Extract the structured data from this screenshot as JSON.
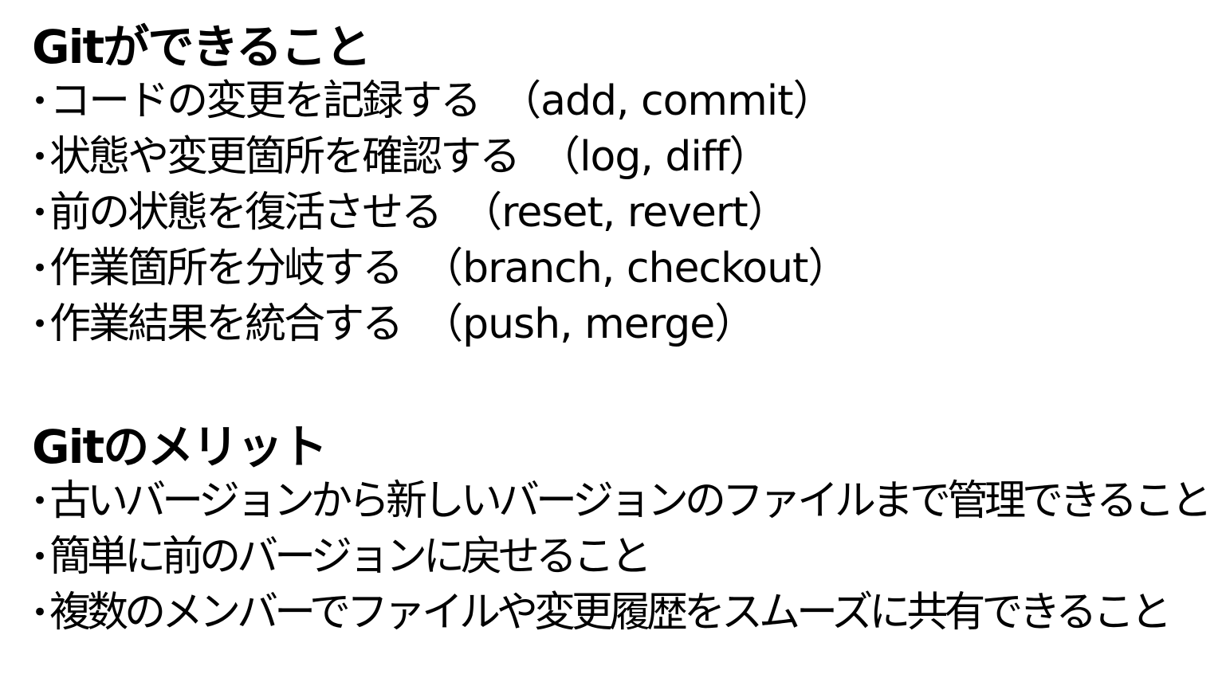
{
  "slide": {
    "sections": [
      {
        "title": "Gitができること",
        "items": [
          {
            "bullet": "•",
            "text": "コードの変更を記録する",
            "commands": "（add, commit）"
          },
          {
            "bullet": "•",
            "text": "状態や変更箇所を確認する",
            "commands": "（log, diff）"
          },
          {
            "bullet": "•",
            "text": "前の状態を復活させる",
            "commands": "（reset, revert）"
          },
          {
            "bullet": "•",
            "text": "作業箇所を分岐する",
            "commands": "（branch, checkout）"
          },
          {
            "bullet": "•",
            "text": "作業結果を統合する",
            "commands": "（push, merge）"
          }
        ]
      },
      {
        "title": "Gitのメリット",
        "items": [
          {
            "bullet": "•",
            "text": "古いバージョンから新しいバージョンのファイルまで管理できること"
          },
          {
            "bullet": "•",
            "text": "簡単に前のバージョンに戻せること"
          },
          {
            "bullet": "•",
            "text": "複数のメンバーでファイルや変更履歴をスムーズに共有できること"
          }
        ]
      }
    ],
    "colors": {
      "background": "#ffffff",
      "text": "#000000"
    }
  }
}
